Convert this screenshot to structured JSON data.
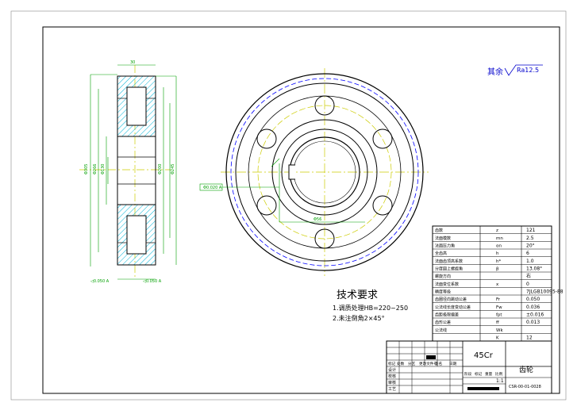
{
  "drawing": {
    "roughness_label": "其余",
    "roughness_value": "Ra12.5",
    "tech_title": "技术要求",
    "tech_notes": [
      "1.调质处理HB=220~250",
      "2.未注倒角2×45°"
    ],
    "material": "45Cr",
    "part_name": "齿轮",
    "drawing_number": "CSR-00-01-0028",
    "scale": "1:1"
  },
  "params_table": [
    {
      "name": "齿数",
      "symbol": "z",
      "value": "121"
    },
    {
      "name": "法面模数",
      "symbol": "mn",
      "value": "2.5"
    },
    {
      "name": "法面压力角",
      "symbol": "αn",
      "value": "20°"
    },
    {
      "name": "全齿高",
      "symbol": "h",
      "value": "6"
    },
    {
      "name": "法面齿顶高系数",
      "symbol": "h*",
      "value": "1.0"
    },
    {
      "name": "分度圆上螺旋角",
      "symbol": "β",
      "value": "13.08°"
    },
    {
      "name": "螺旋方向",
      "symbol": "",
      "value": "右"
    },
    {
      "name": "法面变位系数",
      "symbol": "x",
      "value": "0"
    },
    {
      "name": "精度等级",
      "symbol": "",
      "value": "7JLGB10095-88"
    },
    {
      "name": "齿圈径向跳动公差",
      "symbol": "Fr",
      "value": "0.050"
    },
    {
      "name": "公法线长度变动公差",
      "symbol": "Fw",
      "value": "0.036"
    },
    {
      "name": "齿距极限偏差",
      "symbol": "fpt",
      "value": "±0.016"
    },
    {
      "name": "齿形公差",
      "symbol": "ff",
      "value": "0.013"
    },
    {
      "name": "公法线",
      "symbol": "Wk",
      "value": ""
    },
    {
      "name": "",
      "symbol": "K",
      "value": "12"
    }
  ],
  "title_block": {
    "row_labels": [
      "标记",
      "处数",
      "分区",
      "更改文件号",
      "签名",
      "日期"
    ],
    "side_labels": [
      "设计",
      "校核",
      "审核",
      "工艺"
    ],
    "stage_labels": [
      "阶段",
      "标记",
      "重量",
      "比例"
    ]
  },
  "colors": {
    "outline": "#000000",
    "hatch": "#00b4d8",
    "centerline": "#cccc00",
    "pitch_dashed": "#0000ff",
    "dimension": "#00a000",
    "highlight": "#ffff80"
  }
}
